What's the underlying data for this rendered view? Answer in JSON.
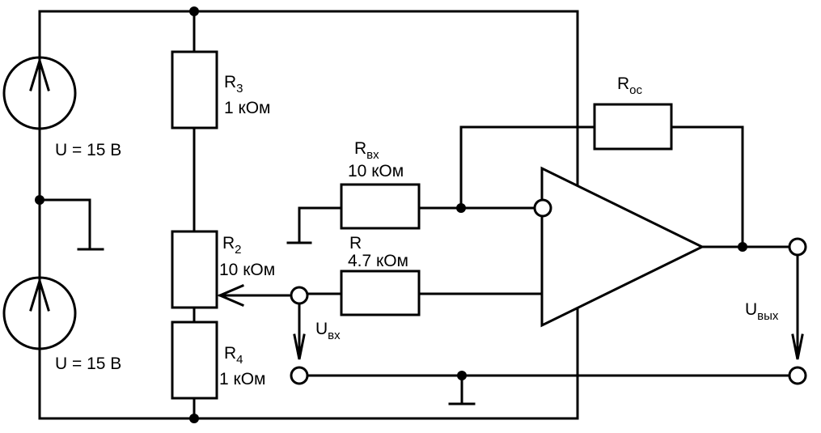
{
  "r3": {
    "name": "R",
    "sub": "3",
    "value": "1 кОм"
  },
  "r2": {
    "name": "R",
    "sub": "2",
    "value": "10 кОм"
  },
  "r4": {
    "name": "R",
    "sub": "4",
    "value": "1 кОм"
  },
  "rvx": {
    "name": "R",
    "sub": "вх",
    "value": "10 кОм"
  },
  "r": {
    "name": "R",
    "value": "4.7 кОм"
  },
  "roc": {
    "name": "R",
    "sub": "ос"
  },
  "source_top": {
    "label": "U = 15 В"
  },
  "source_bottom": {
    "label": "U = 15 В"
  },
  "u_in": {
    "name": "U",
    "sub": "вх"
  },
  "u_out": {
    "name": "U",
    "sub": "вых"
  }
}
